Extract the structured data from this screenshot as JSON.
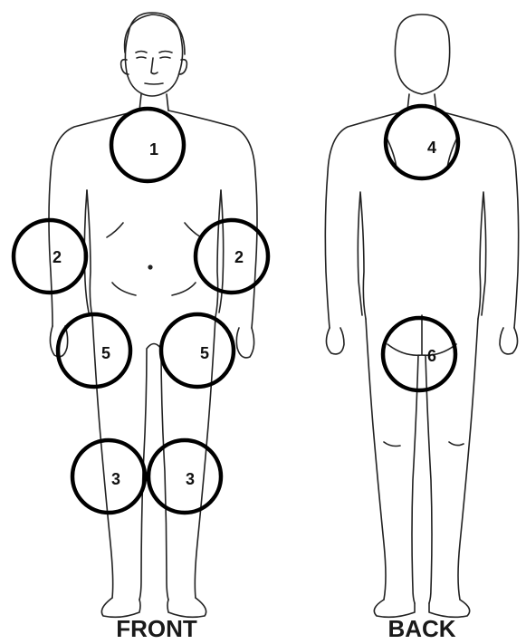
{
  "front": {
    "label": "FRONT",
    "sites": [
      {
        "id": "front-site-1",
        "number": "1"
      },
      {
        "id": "front-site-2-right",
        "number": "2"
      },
      {
        "id": "front-site-2-left",
        "number": "2"
      },
      {
        "id": "front-site-5-right",
        "number": "5"
      },
      {
        "id": "front-site-5-left",
        "number": "5"
      },
      {
        "id": "front-site-3-right",
        "number": "3"
      },
      {
        "id": "front-site-3-left",
        "number": "3"
      }
    ]
  },
  "back": {
    "label": "BACK",
    "sites": [
      {
        "id": "back-site-4",
        "number": "4"
      },
      {
        "id": "back-site-6",
        "number": "6"
      }
    ]
  },
  "colors": {
    "outline": "#222222",
    "circle": "#000000",
    "background": "#ffffff"
  }
}
